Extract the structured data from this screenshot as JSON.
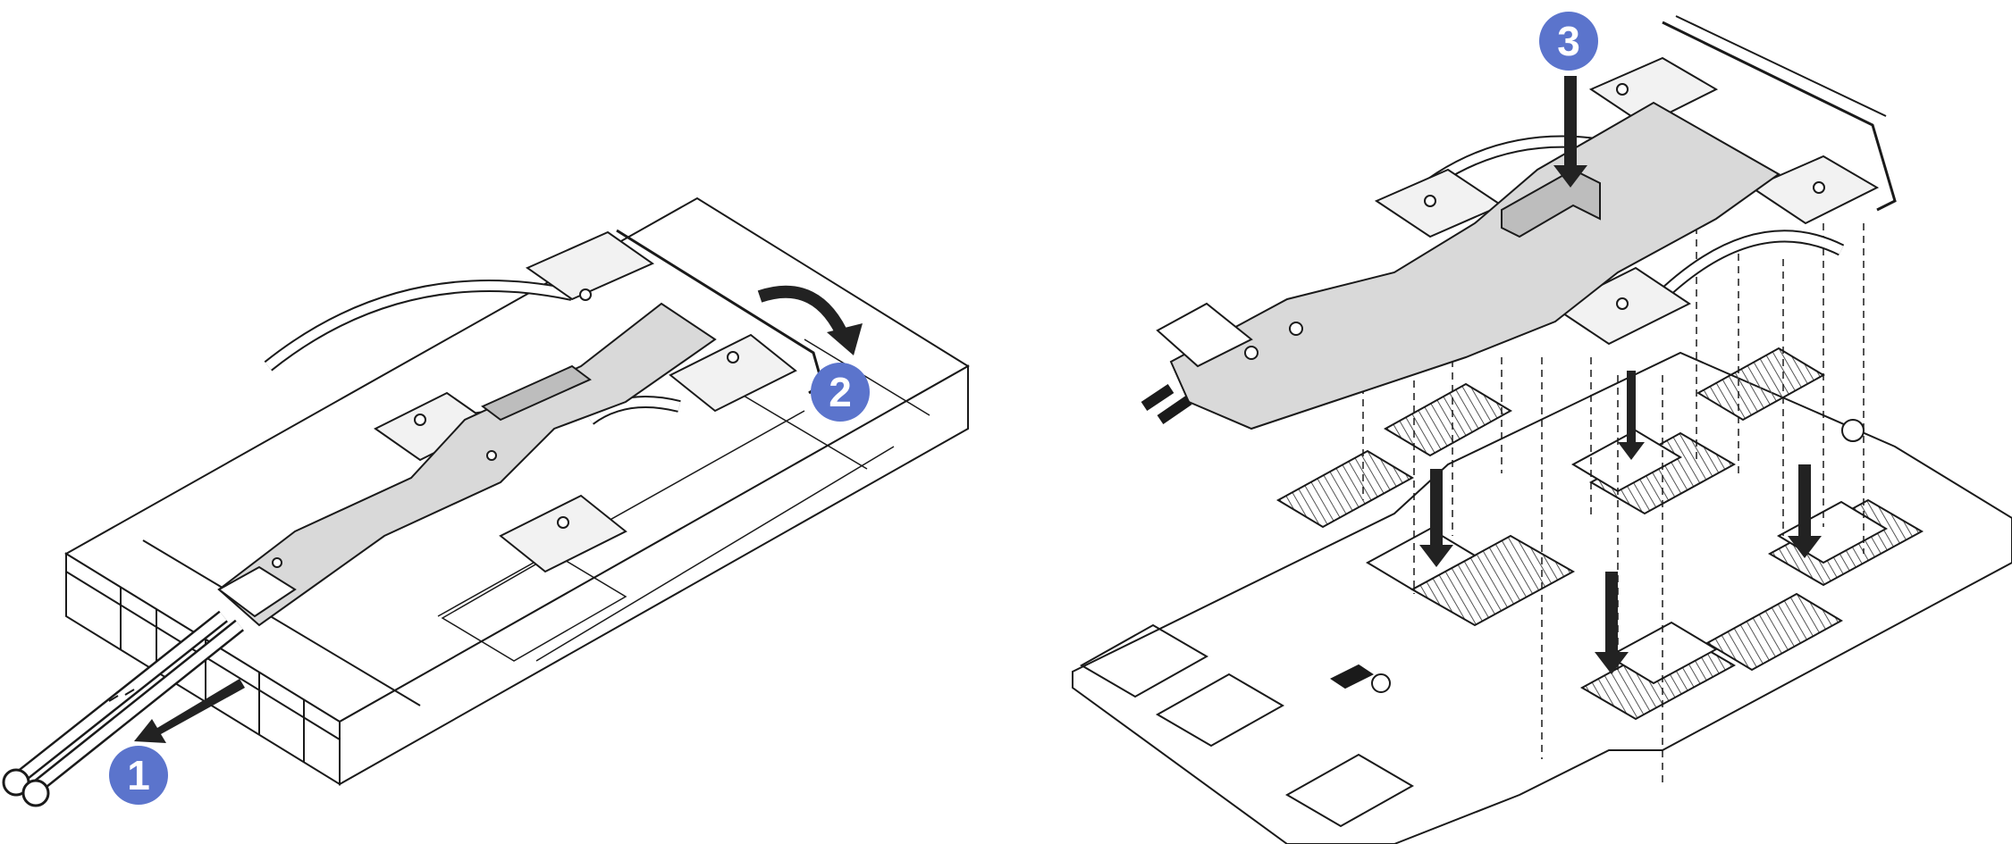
{
  "figure": {
    "steps": [
      {
        "number": "1",
        "action": "pull-hoses-out"
      },
      {
        "number": "2",
        "action": "rotate-loop"
      },
      {
        "number": "3",
        "action": "lower-loop-onto-board"
      }
    ]
  },
  "colors": {
    "badge": "#5b74cc",
    "line": "#1a1a1a",
    "plate": "#d9d9d9",
    "plate_dark": "#bdbdbd",
    "arrow": "#222222",
    "background": "#ffffff"
  },
  "icons": [
    "down-arrow-icon",
    "curved-arrow-icon",
    "pull-arrow-icon"
  ]
}
